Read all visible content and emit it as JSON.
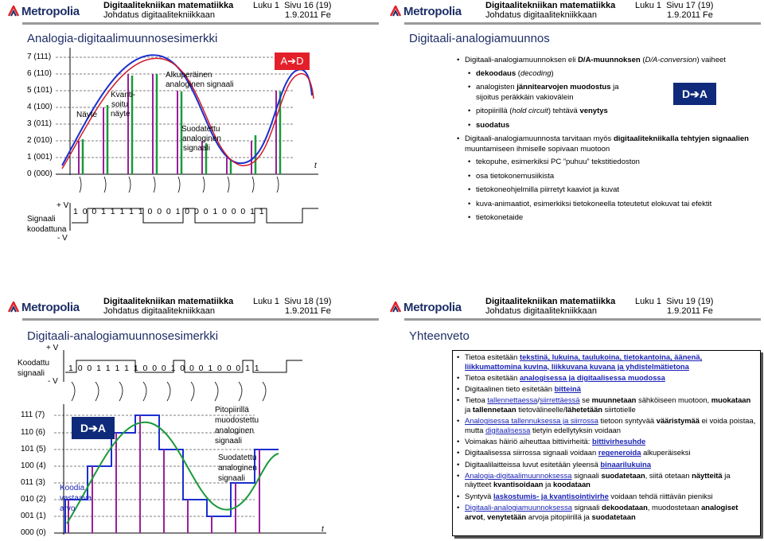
{
  "header": {
    "logo": "Metropolia",
    "course": "Digitaalitekniikan matematiikka",
    "lecture": "Luku 1",
    "chapter": "Johdatus digitaalitekniikkaan",
    "date": "1.9.2011 Fe"
  },
  "slides": {
    "s16": {
      "page": "Sivu 16 (19)",
      "title": "Analogia-digitaalimuunnosesimerkki",
      "levels": [
        "7 (111)",
        "6 (110)",
        "5 (101)",
        "4 (100)",
        "3 (011)",
        "2 (010)",
        "1 (001)",
        "0 (000)"
      ],
      "bits": [
        "1",
        "0",
        "0",
        "1",
        "1",
        "1",
        "1",
        "1",
        "0",
        "0",
        "0",
        "1",
        "0",
        "0",
        "0",
        "1",
        "0",
        "0",
        "0",
        "1",
        "1"
      ],
      "plus_v": "+ V",
      "minus_v": "- V",
      "signal_label": "Signaali",
      "coded_label": "koodattuna",
      "sample_label": "Näyte",
      "quant_label_1": "Kvanti-",
      "quant_label_2": "soitu",
      "quant_label_3": "näyte",
      "orig_label_1": "Alkuperäinen",
      "orig_label_2": "analoginen signaali",
      "filt_label_1": "Suodatettu",
      "filt_label_2": "analoginen",
      "filt_label_3": "signaali",
      "t_label": "t",
      "badge": "A➔D"
    },
    "s17": {
      "page": "Sivu 17 (19)",
      "title": "Digitaali-analogiamuunnos",
      "badge": "D➔A"
    },
    "s18": {
      "page": "Sivu 18 (19)",
      "title": "Digitaali-analogiamuunnosesimerkki",
      "plus_v": "+ V",
      "minus_v": "- V",
      "coded_label_1": "Koodattu",
      "coded_label_2": "signaali",
      "bits": [
        "1",
        "0",
        "0",
        "1",
        "1",
        "1",
        "1",
        "1",
        "0",
        "0",
        "0",
        "1",
        "0",
        "0",
        "0",
        "1",
        "0",
        "0",
        "0",
        "1",
        "1"
      ],
      "levels": [
        "111 (7)",
        "110 (6)",
        "101 (5)",
        "100 (4)",
        "011 (3)",
        "010 (2)",
        "001 (1)",
        "000 (0)"
      ],
      "badge": "D➔A",
      "code_arvo_1": "Koodia",
      "code_arvo_2": "vastaava",
      "code_arvo_3": "arvo",
      "hold_1": "Pitopiirillä",
      "hold_2": "muodostettu",
      "hold_3": "analoginen",
      "hold_4": "signaali",
      "filt_1": "Suodatettu",
      "filt_2": "analoginen",
      "filt_3": "signaali",
      "t_label": "t"
    },
    "s19": {
      "page": "Sivu 19 (19)",
      "title": "Yhteenveto"
    }
  }
}
